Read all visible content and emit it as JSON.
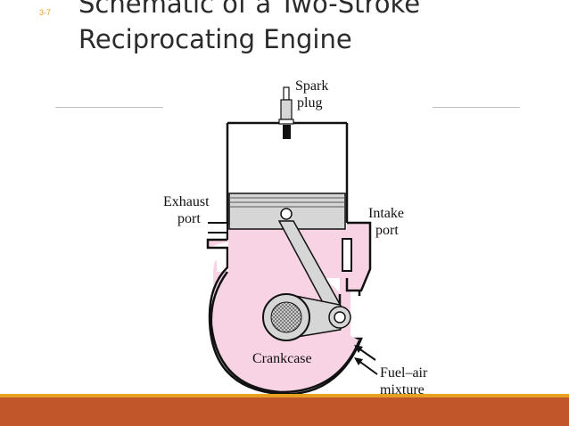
{
  "slide": {
    "number": "3-7",
    "title_line1": "Schematic of a Two-Stroke",
    "title_line2": "Reciprocating Engine"
  },
  "diagram": {
    "labels": {
      "spark_line1": "Spark",
      "spark_line2": "plug",
      "exhaust_line1": "Exhaust",
      "exhaust_line2": "port",
      "intake_line1": "Intake",
      "intake_line2": "port",
      "crankcase": "Crankcase",
      "fuel_line1": "Fuel–air",
      "fuel_line2": "mixture"
    },
    "colors": {
      "crankcase_fill": "#f7d3e3",
      "piston_fill": "#d6d6d6",
      "outline": "#111111"
    }
  },
  "theme": {
    "accent_orange": "#e8a020",
    "accent_rust": "#c0562a"
  }
}
